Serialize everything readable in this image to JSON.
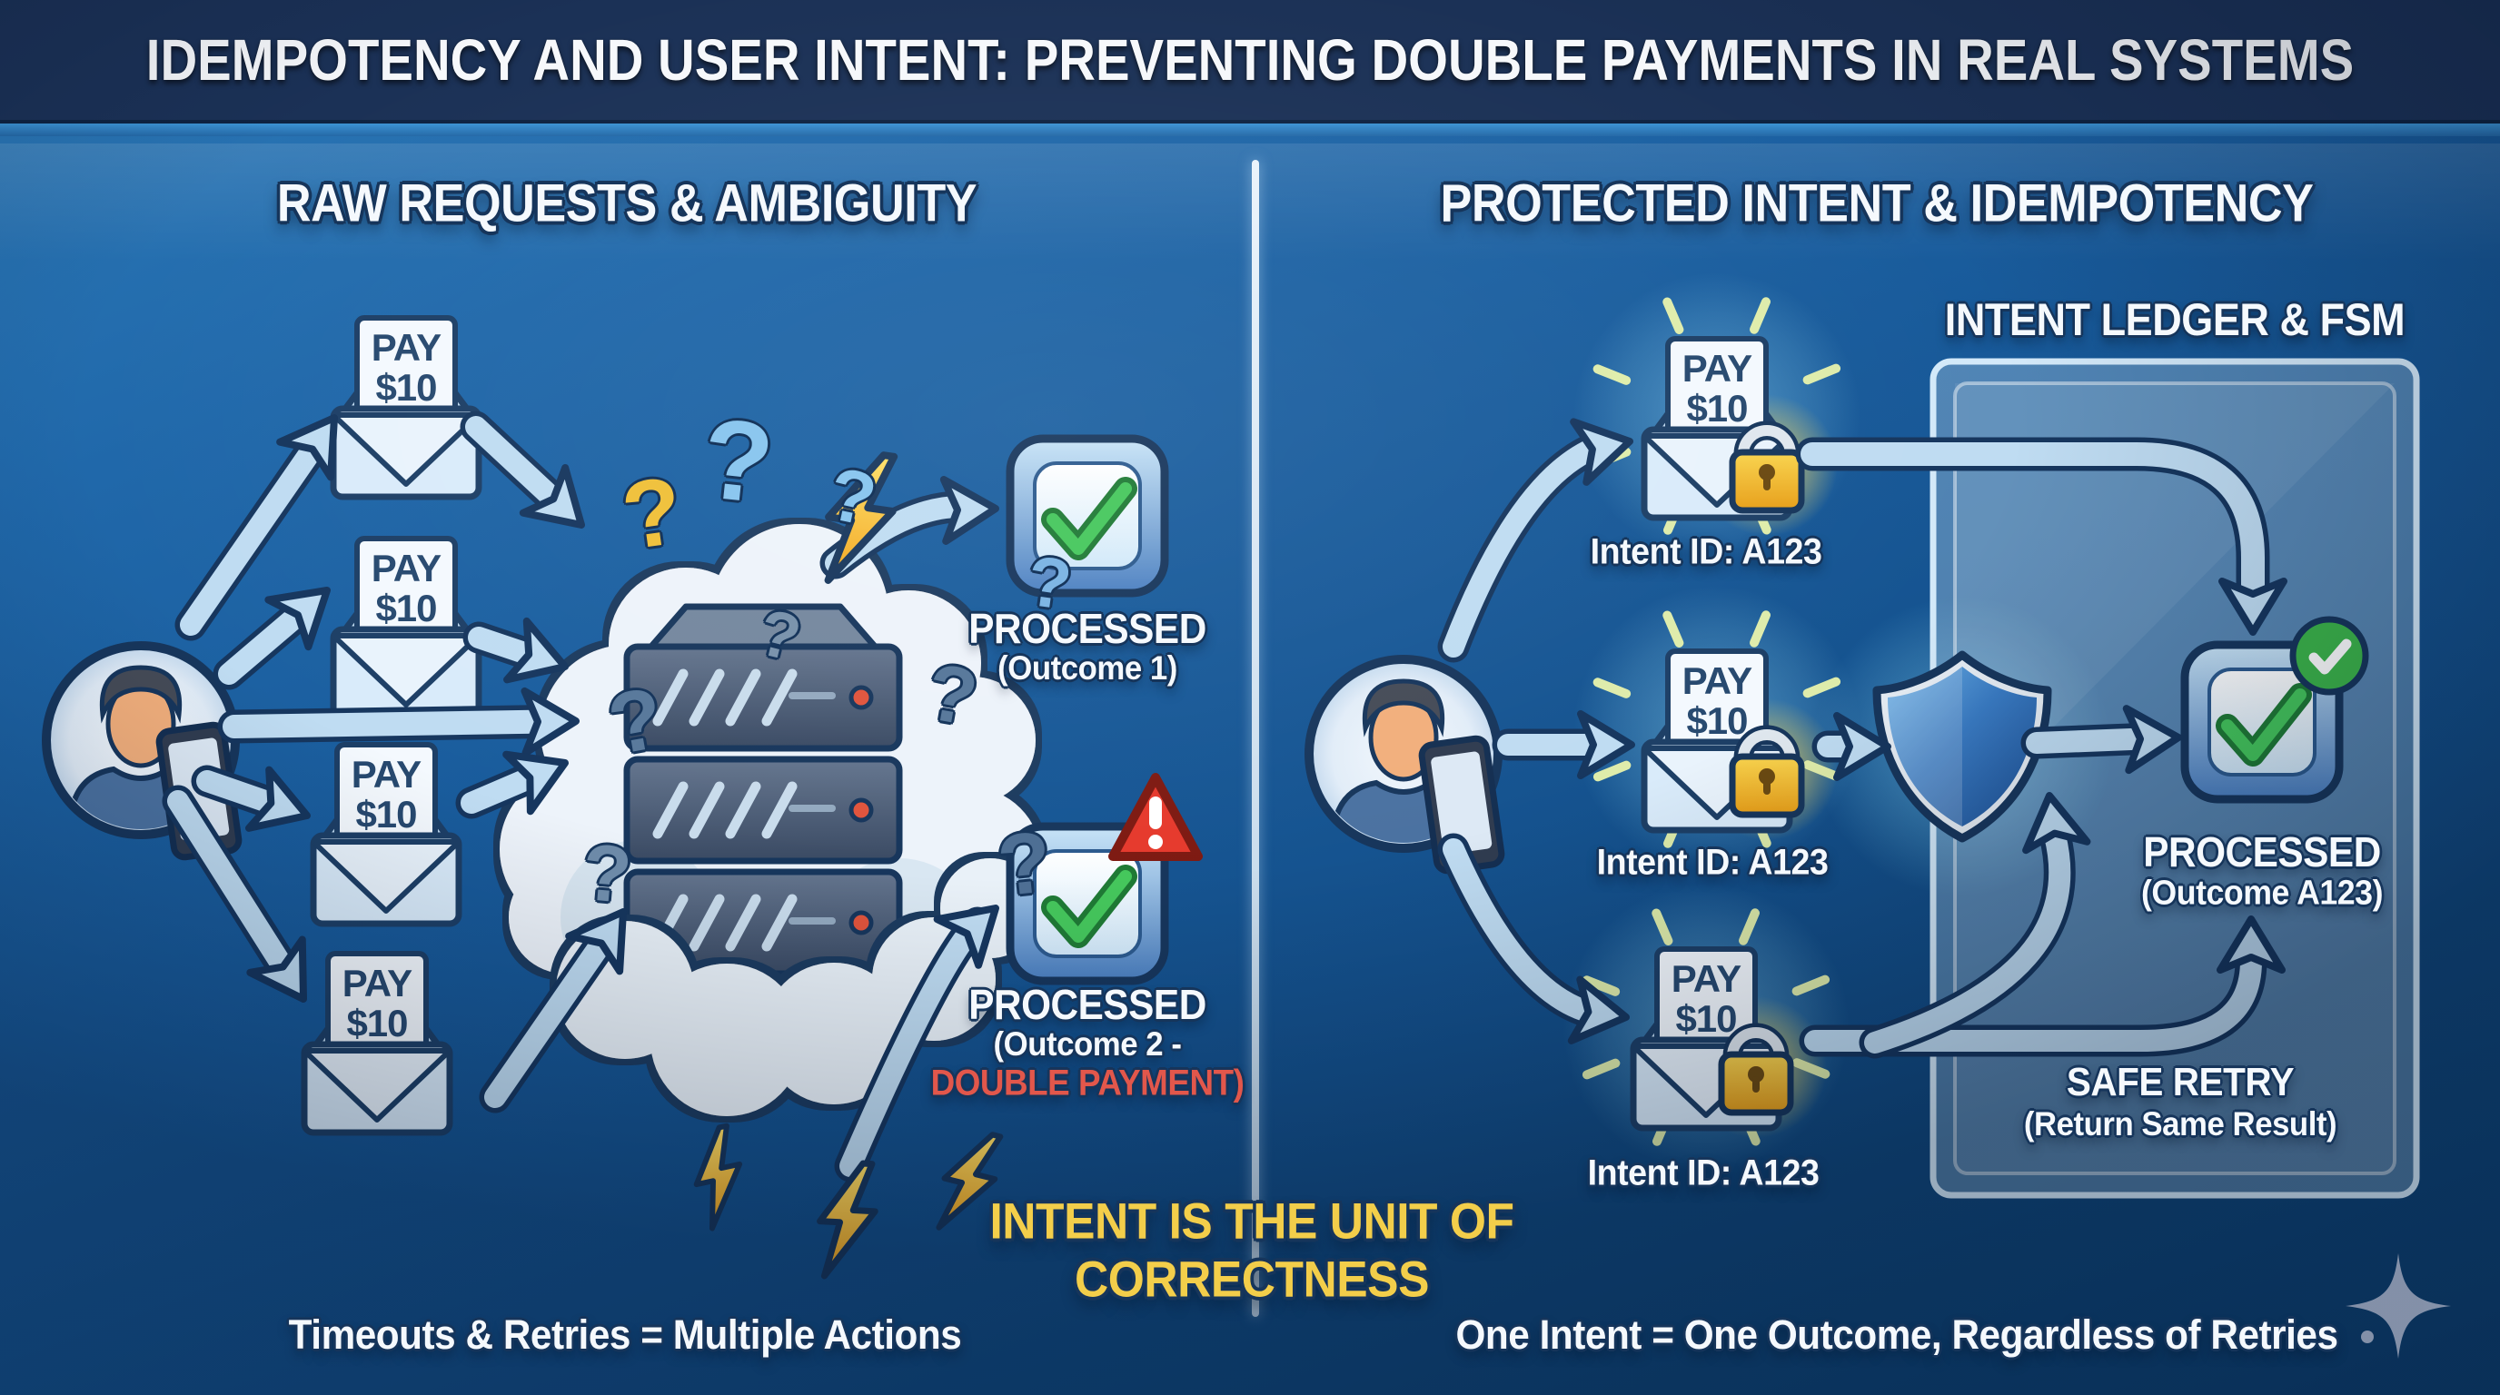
{
  "title": "IDEMPOTENCY AND USER INTENT: PREVENTING DOUBLE PAYMENTS IN REAL SYSTEMS",
  "left_panel": {
    "heading": "RAW REQUESTS & AMBIGUITY",
    "envelope": {
      "line1": "PAY",
      "line2": "$10"
    },
    "outcome_success": {
      "title": "PROCESSED",
      "subtitle": "(Outcome 1)"
    },
    "outcome_double": {
      "title": "PROCESSED",
      "subtitle": "(Outcome 2 -",
      "warning": "DOUBLE PAYMENT)"
    },
    "caption": "Timeouts & Retries = Multiple Actions"
  },
  "right_panel": {
    "heading": "PROTECTED INTENT & IDEMPOTENCY",
    "envelope": {
      "line1": "PAY",
      "line2": "$10"
    },
    "intent_id_label": "Intent ID: A123",
    "ledger_heading": "INTENT LEDGER & FSM",
    "processed": {
      "title": "PROCESSED",
      "subtitle": "(Outcome A123)"
    },
    "safe_retry": {
      "title": "SAFE RETRY",
      "subtitle": "(Return Same Result)"
    },
    "caption": "One Intent = One Outcome, Regardless of Retries"
  },
  "tagline": {
    "line1": "INTENT IS THE UNIT OF",
    "line2": "CORRECTNESS"
  },
  "glyphs": {
    "question_mark": "?"
  },
  "colors": {
    "title_bar": "#1b3156",
    "background_blue": "#185a9a",
    "accent_yellow": "#f3ce4a",
    "warning_red": "#e2574b",
    "arrow_light": "#bfdcf2",
    "outline_navy": "#16365e",
    "lock_gold": "#f2b41f",
    "check_green": "#3cb54a"
  }
}
